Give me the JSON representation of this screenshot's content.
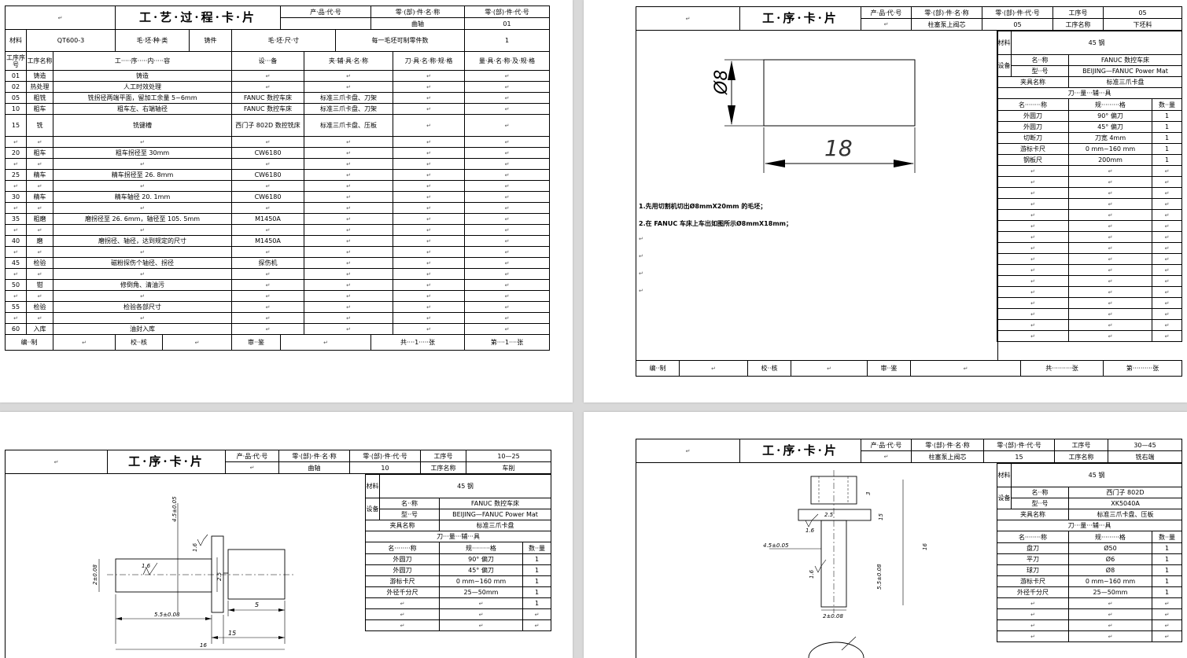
{
  "marks": {
    "para": "↵"
  },
  "p1": {
    "title": "工·艺·过·程·卡·片",
    "hdr": {
      "product_code": "产·品·代·号",
      "part_name": "零·(部)·件·名·称",
      "part_code": "零·(部)·件·代·号",
      "part_name_val": "曲轴",
      "part_code_val": "01"
    },
    "mat": {
      "label": "材料",
      "value": "QT600-3",
      "blank_type_label": "毛·坯·种·类",
      "blank_type": "铸件",
      "blank_size_label": "毛·坯·尺·寸",
      "per_blank_label": "每一毛坯可制零件数",
      "per_blank": "1"
    },
    "cols": [
      "工序序号",
      "工序名称",
      "工·····序·····内·····容",
      "设···备",
      "夹·辅·具·名·称",
      "刀·具·名·称·规·格",
      "量·具·名·称·及·规·格"
    ],
    "rows": [
      [
        "01",
        "铸造",
        "铸造",
        "",
        "",
        "",
        ""
      ],
      [
        "02",
        "热处理",
        "人工时效处理",
        "",
        "",
        "",
        ""
      ],
      [
        "05",
        "粗铣",
        "铣拐径两端平面，留加工余量 5~6mm",
        "FANUC 数控车床",
        "标准三爪卡盘、刀架",
        "",
        ""
      ],
      [
        "10",
        "粗车",
        "粗车左、右端轴径",
        "FANUC 数控车床",
        "标准三爪卡盘、刀架",
        "",
        ""
      ],
      [
        "15",
        "铣",
        "铣键槽",
        "西门子 802D 数控铣床",
        "标准三爪卡盘、压板",
        "",
        ""
      ],
      [
        "",
        "",
        "",
        "",
        "",
        "",
        ""
      ],
      [
        "20",
        "粗车",
        "粗车拐径至 30mm",
        "CW6180",
        "",
        "",
        ""
      ],
      [
        "",
        "",
        "",
        "",
        "",
        "",
        ""
      ],
      [
        "25",
        "精车",
        "精车拐径至 26. 8mm",
        "CW6180",
        "",
        "",
        ""
      ],
      [
        "",
        "",
        "",
        "",
        "",
        "",
        ""
      ],
      [
        "30",
        "精车",
        "精车轴径 20. 1mm",
        "CW6180",
        "",
        "",
        ""
      ],
      [
        "",
        "",
        "",
        "",
        "",
        "",
        ""
      ],
      [
        "35",
        "粗磨",
        "磨拐径至 26. 6mm，轴径至 105. 5mm",
        "M1450A",
        "",
        "",
        ""
      ],
      [
        "",
        "",
        "",
        "",
        "",
        "",
        ""
      ],
      [
        "40",
        "磨",
        "磨拐径、轴径，达到规定的尺寸",
        "M1450A",
        "",
        "",
        ""
      ],
      [
        "",
        "",
        "",
        "",
        "",
        "",
        ""
      ],
      [
        "45",
        "检验",
        "磁粉探伤个轴径、拐径",
        "探伤机",
        "",
        "",
        ""
      ],
      [
        "",
        "",
        "",
        "",
        "",
        "",
        ""
      ],
      [
        "50",
        "钳",
        "修倒角、清油污",
        "",
        "",
        "",
        ""
      ],
      [
        "",
        "",
        "",
        "",
        "",
        "",
        ""
      ],
      [
        "55",
        "检验",
        "检验各部尺寸",
        "",
        "",
        "",
        ""
      ],
      [
        "",
        "",
        "",
        "",
        "",
        "",
        ""
      ],
      [
        "60",
        "入库",
        "油封入库",
        "",
        "",
        "",
        ""
      ]
    ],
    "foot": {
      "make": "编··制",
      "check": "校··核",
      "review": "审··鉴",
      "total": "共····1·····张",
      "sheet": "第····1····张"
    }
  },
  "p2": {
    "title": "工·序·卡·片",
    "hdr": {
      "product_code": "产·品·代·号",
      "part_name": "零·(部)·件·名·称",
      "part_code": "零·(部)·件·代·号",
      "op_no_label": "工序号",
      "op_no": "05",
      "part_name_val": "柱塞泵上阀芯",
      "part_code_val": "05",
      "op_name_label": "工序名称",
      "op_name": "下坯料"
    },
    "mat": {
      "label": "材料",
      "value": "45 钢"
    },
    "equip": {
      "label": "设备",
      "name_label": "名··称",
      "name": "FANUC 数控车床",
      "model_label": "型··号",
      "model": "BEIJING—FANUC Power Mat"
    },
    "fixture": {
      "label": "夹具名称",
      "value": "标准三爪卡盘"
    },
    "tools_title": "刀···量···辅···具",
    "tool_cols": [
      "名········称",
      "规·········格",
      "数··量"
    ],
    "tools": [
      [
        "外圆刀",
        "90° 偏刀",
        "1"
      ],
      [
        "外圆刀",
        "45° 偏刀",
        "1"
      ],
      [
        "切断刀",
        "刀宽 4mm",
        "1"
      ],
      [
        "游标卡尺",
        "0 mm~160 mm",
        "1"
      ],
      [
        "钢板尺",
        "200mm",
        "1"
      ]
    ],
    "notes": [
      "1.先用切割机切出Ø8mmX20mm 的毛坯；",
      "2.在 FANUC 车床上车出如图所示Ø8mmX18mm；"
    ],
    "dims": {
      "dia": "Ø8",
      "len": "18"
    },
    "foot": {
      "make": "编··制",
      "check": "校··核",
      "review": "审··鉴",
      "total": "共··········张",
      "sheet": "第··········张"
    }
  },
  "p3": {
    "title": "工·序·卡·片",
    "hdr": {
      "product_code": "产·品·代·号",
      "part_name": "零·(部)·件·名·称",
      "part_code": "零·(部)·件·代·号",
      "op_no_label": "工序号",
      "op_no": "10—25",
      "part_name_val": "曲轴",
      "part_code_val": "10",
      "op_name_label": "工序名称",
      "op_name": "车削"
    },
    "mat": {
      "label": "材料",
      "value": "45 钢"
    },
    "equip": {
      "label": "设备",
      "name_label": "名··称",
      "name": "FANUC 数控车床",
      "model_label": "型··号",
      "model": "BEIJING—FANUC Power Mat"
    },
    "fixture": {
      "label": "夹具名称",
      "value": "标准三爪卡盘"
    },
    "tools_title": "刀···量···辅···具",
    "tool_cols": [
      "名········称",
      "规·········格",
      "数··量"
    ],
    "tools": [
      [
        "外圆刀",
        "90° 偏刀",
        "1"
      ],
      [
        "外圆刀",
        "45° 偏刀",
        "1"
      ],
      [
        "游标卡尺",
        "0 mm~160 mm",
        "1"
      ],
      [
        "外径千分尺",
        "25—50mm",
        "1"
      ],
      [
        "",
        "",
        "1"
      ]
    ],
    "dims": {
      "d1": "4.5±0.05",
      "d2": "1.6",
      "d3": "2±0.08",
      "d4": "1.6",
      "d5": "2.5",
      "d6": "5.5±0.08",
      "d7": "5",
      "d8": "15",
      "d9": "16"
    }
  },
  "p4": {
    "title": "工·序·卡·片",
    "hdr": {
      "product_code": "产·品·代·号",
      "part_name": "零·(部)·件·名·称",
      "part_code": "零·(部)·件·代·号",
      "op_no_label": "工序号",
      "op_no": "30—45",
      "part_name_val": "柱塞泵上阀芯",
      "part_code_val": "15",
      "op_name_label": "工序名称",
      "op_name": "铣右端"
    },
    "mat": {
      "label": "材料",
      "value": "45 钢"
    },
    "equip": {
      "label": "设备",
      "name_label": "名··称",
      "name": "西门子 802D",
      "model_label": "型··号",
      "model": "XK5040A"
    },
    "fixture": {
      "label": "夹具名称",
      "value": "标准三爪卡盘、压板"
    },
    "tools_title": "刀···量···辅···具",
    "tool_cols": [
      "名········称",
      "规·········格",
      "数··量"
    ],
    "tools": [
      [
        "盘刀",
        "Ø50",
        "1"
      ],
      [
        "平刀",
        "Ø6",
        "1"
      ],
      [
        "球刀",
        "Ø8",
        "1"
      ],
      [
        "游标卡尺",
        "0 mm~160 mm",
        "1"
      ],
      [
        "外径千分尺",
        "25—50mm",
        "1"
      ]
    ],
    "dims": {
      "d1": "3",
      "d2": "15",
      "d3": "2.5",
      "d4": "1.6",
      "d5": "4.5±0.05",
      "d6": "5.5±0.08",
      "d7": "16",
      "d8": "1.6",
      "d9": "2±0.08"
    }
  }
}
